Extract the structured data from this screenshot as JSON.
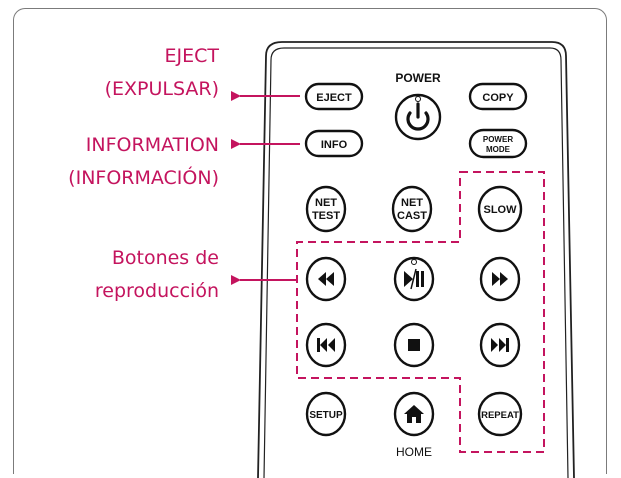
{
  "callouts": {
    "eject": {
      "line1": "EJECT",
      "line2": "(EXPULSAR)"
    },
    "info": {
      "line1": "INFORMATION",
      "line2": "(INFORMACIÓN)"
    },
    "playback": {
      "line1": "Botones de",
      "line2": "reproducción"
    }
  },
  "buttons": {
    "power_label": "POWER",
    "eject": "EJECT",
    "copy": "COPY",
    "info": "INFO",
    "power_mode_1": "POWER",
    "power_mode_2": "MODE",
    "net_test_1": "NET",
    "net_test_2": "TEST",
    "net_cast_1": "NET",
    "net_cast_2": "CAST",
    "slow": "SLOW",
    "setup": "SETUP",
    "repeat": "REPEAT",
    "home_label": "HOME"
  },
  "colors": {
    "accent": "#c4145e",
    "dashed_outline": "#c4145e",
    "remote_outline": "#222222"
  },
  "icons": [
    "power-icon",
    "rewind-icon",
    "play-pause-icon",
    "fast-forward-icon",
    "skip-back-icon",
    "stop-icon",
    "skip-forward-icon",
    "home-icon"
  ]
}
